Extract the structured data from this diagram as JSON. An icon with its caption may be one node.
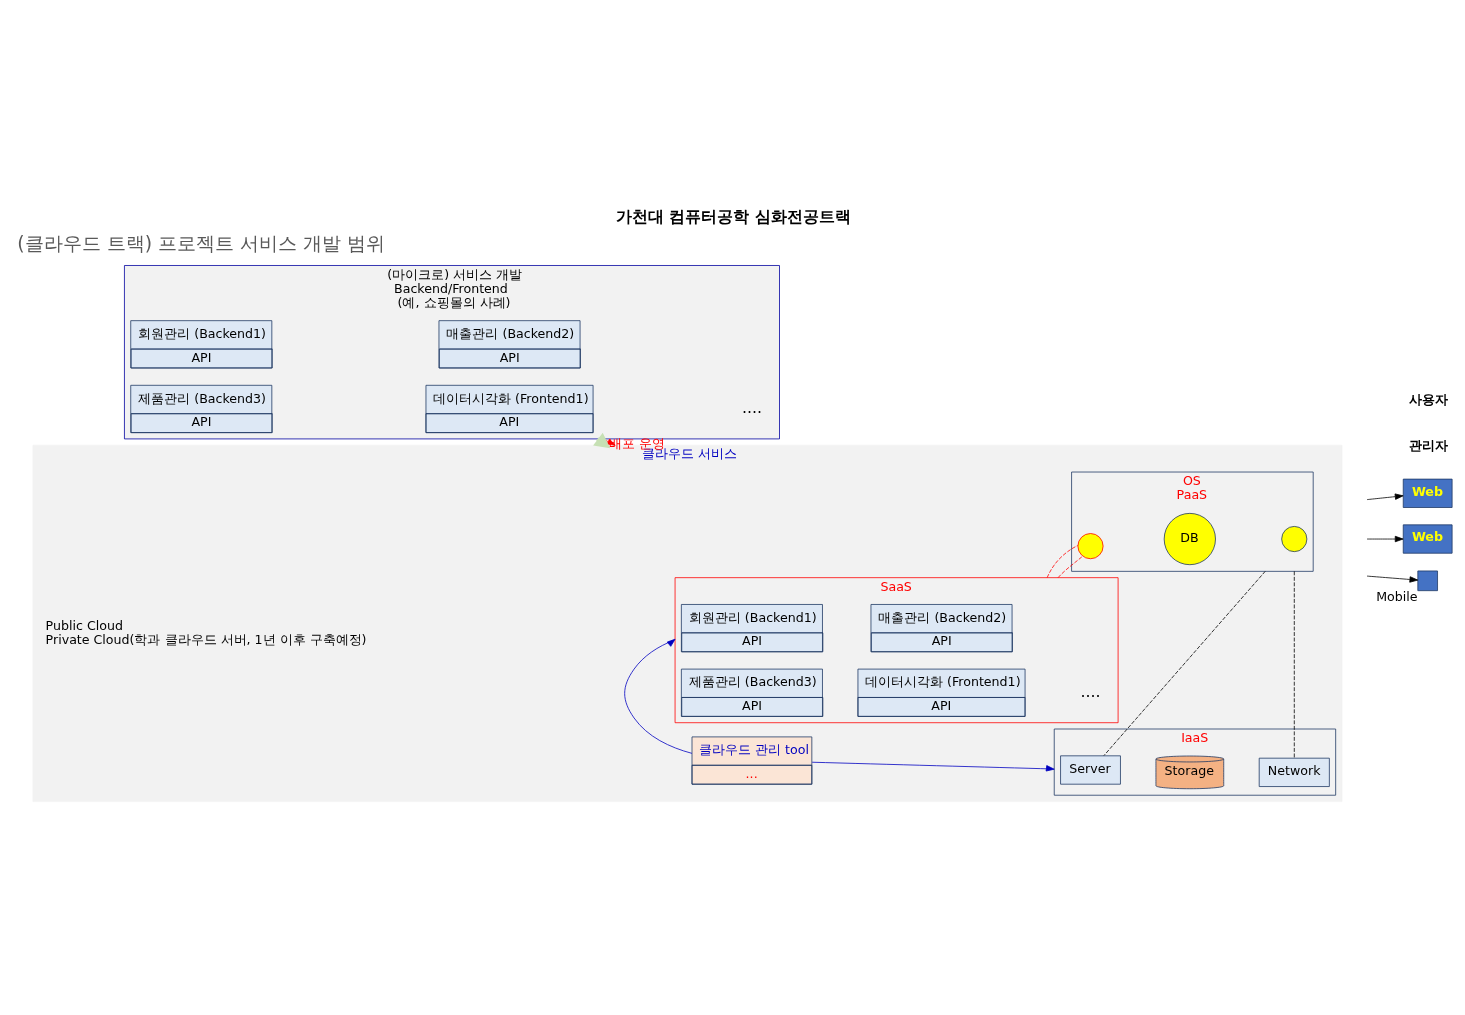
{
  "diagram": {
    "title": "가천대 컴퓨터공학 심화전공트랙",
    "nodes": [
      {
        "text": [
          "(마이크로) 서비스 개발",
          "Backend/Frontend",
          "(예, 쇼핑몰의 사례)"
        ]
      },
      {
        "text": [
          "회원관리 (Backend1)",
          "API"
        ],
        "in": 0
      },
      {
        "text": [
          "매출관리 (Backend2)",
          "API"
        ],
        "in": 0
      },
      {
        "text": [
          "제품관리 (Backend3)",
          "API"
        ],
        "in": 0
      },
      {
        "text": [
          "데이터시각화 (Frontend1)",
          "API"
        ],
        "in": 0
      },
      {
        "text": [
          "클라우드 서비스"
        ],
        "beside": [
          "Public Cloud",
          "Private Cloud(학과 클라우드 서버, 1년 이후 구축예정)"
        ]
      },
      {
        "text": [
          "SaaS"
        ],
        "in": 5
      },
      {
        "text": [
          "회원관리 (Backend1)",
          "API"
        ],
        "in": 6
      },
      {
        "text": [
          "매출관리 (Backend2)",
          "API"
        ],
        "in": 6
      },
      {
        "text": [
          "제품관리 (Backend3)",
          "API"
        ],
        "in": 6
      },
      {
        "text": [
          "데이터시각화 (Frontend1)",
          "API"
        ],
        "in": 6
      },
      {
        "text": [
          "OS",
          "PaaS"
        ],
        "in": 5
      },
      {
        "text": [],
        "shape": "circle",
        "in": 11
      },
      {
        "text": [
          "DB"
        ],
        "in": 11
      },
      {
        "text": [],
        "shape": "circle",
        "in": 11
      },
      {
        "text": [
          "클라우드 관리 tool",
          "..."
        ],
        "in": 5
      },
      {
        "text": [
          "IaaS"
        ],
        "in": 5
      },
      {
        "text": [
          "Server"
        ],
        "in": 16
      },
      {
        "text": [
          "Storage"
        ],
        "in": 16
      },
      {
        "text": [
          "Network"
        ],
        "in": 16
      },
      {
        "text": [
          "관리자"
        ]
      },
      {
        "text": [
          "Web"
        ]
      },
      {
        "text": [
          "사용자"
        ]
      },
      {
        "text": [
          "Web"
        ]
      },
      {
        "text": [],
        "shape": "box",
        "beside": [
          "Mobile"
        ]
      }
    ],
    "edges": [
      {
        "from": 0,
        "to": 5,
        "arrow": "to",
        "color": "#ff0000"
      },
      {
        "from": 0,
        "to": 5,
        "arrow": "to",
        "label": "배포 운영",
        "style": "thick",
        "color": "#c6e0b4"
      },
      {
        "from": 15,
        "to": 6,
        "arrow": "to",
        "color": "#0000c0"
      },
      {
        "from": 15,
        "to": 16,
        "arrow": "to",
        "color": "#0000c0"
      },
      {
        "from": 6,
        "to": 12,
        "arrow": "none",
        "style": "dashed",
        "color": "#ff0000"
      },
      {
        "from": 6,
        "to": 12,
        "arrow": "none",
        "style": "dashed",
        "color": "#ff0000"
      },
      {
        "from": 11,
        "to": 17,
        "arrow": "none",
        "style": "dashed",
        "color": "#000000"
      },
      {
        "from": 11,
        "to": 19,
        "arrow": "none",
        "style": "dashed",
        "color": "#000000"
      },
      {
        "from": null,
        "to": 21,
        "arrow": "to",
        "color": "#000000"
      },
      {
        "from": null,
        "to": 23,
        "arrow": "to",
        "color": "#000000"
      },
      {
        "from": null,
        "to": 24,
        "arrow": "to",
        "color": "#000000"
      }
    ],
    "labels": [
      "(클라우드 트랙) 프로젝트 서비스 개발 범위",
      "....",
      "...."
    ]
  }
}
